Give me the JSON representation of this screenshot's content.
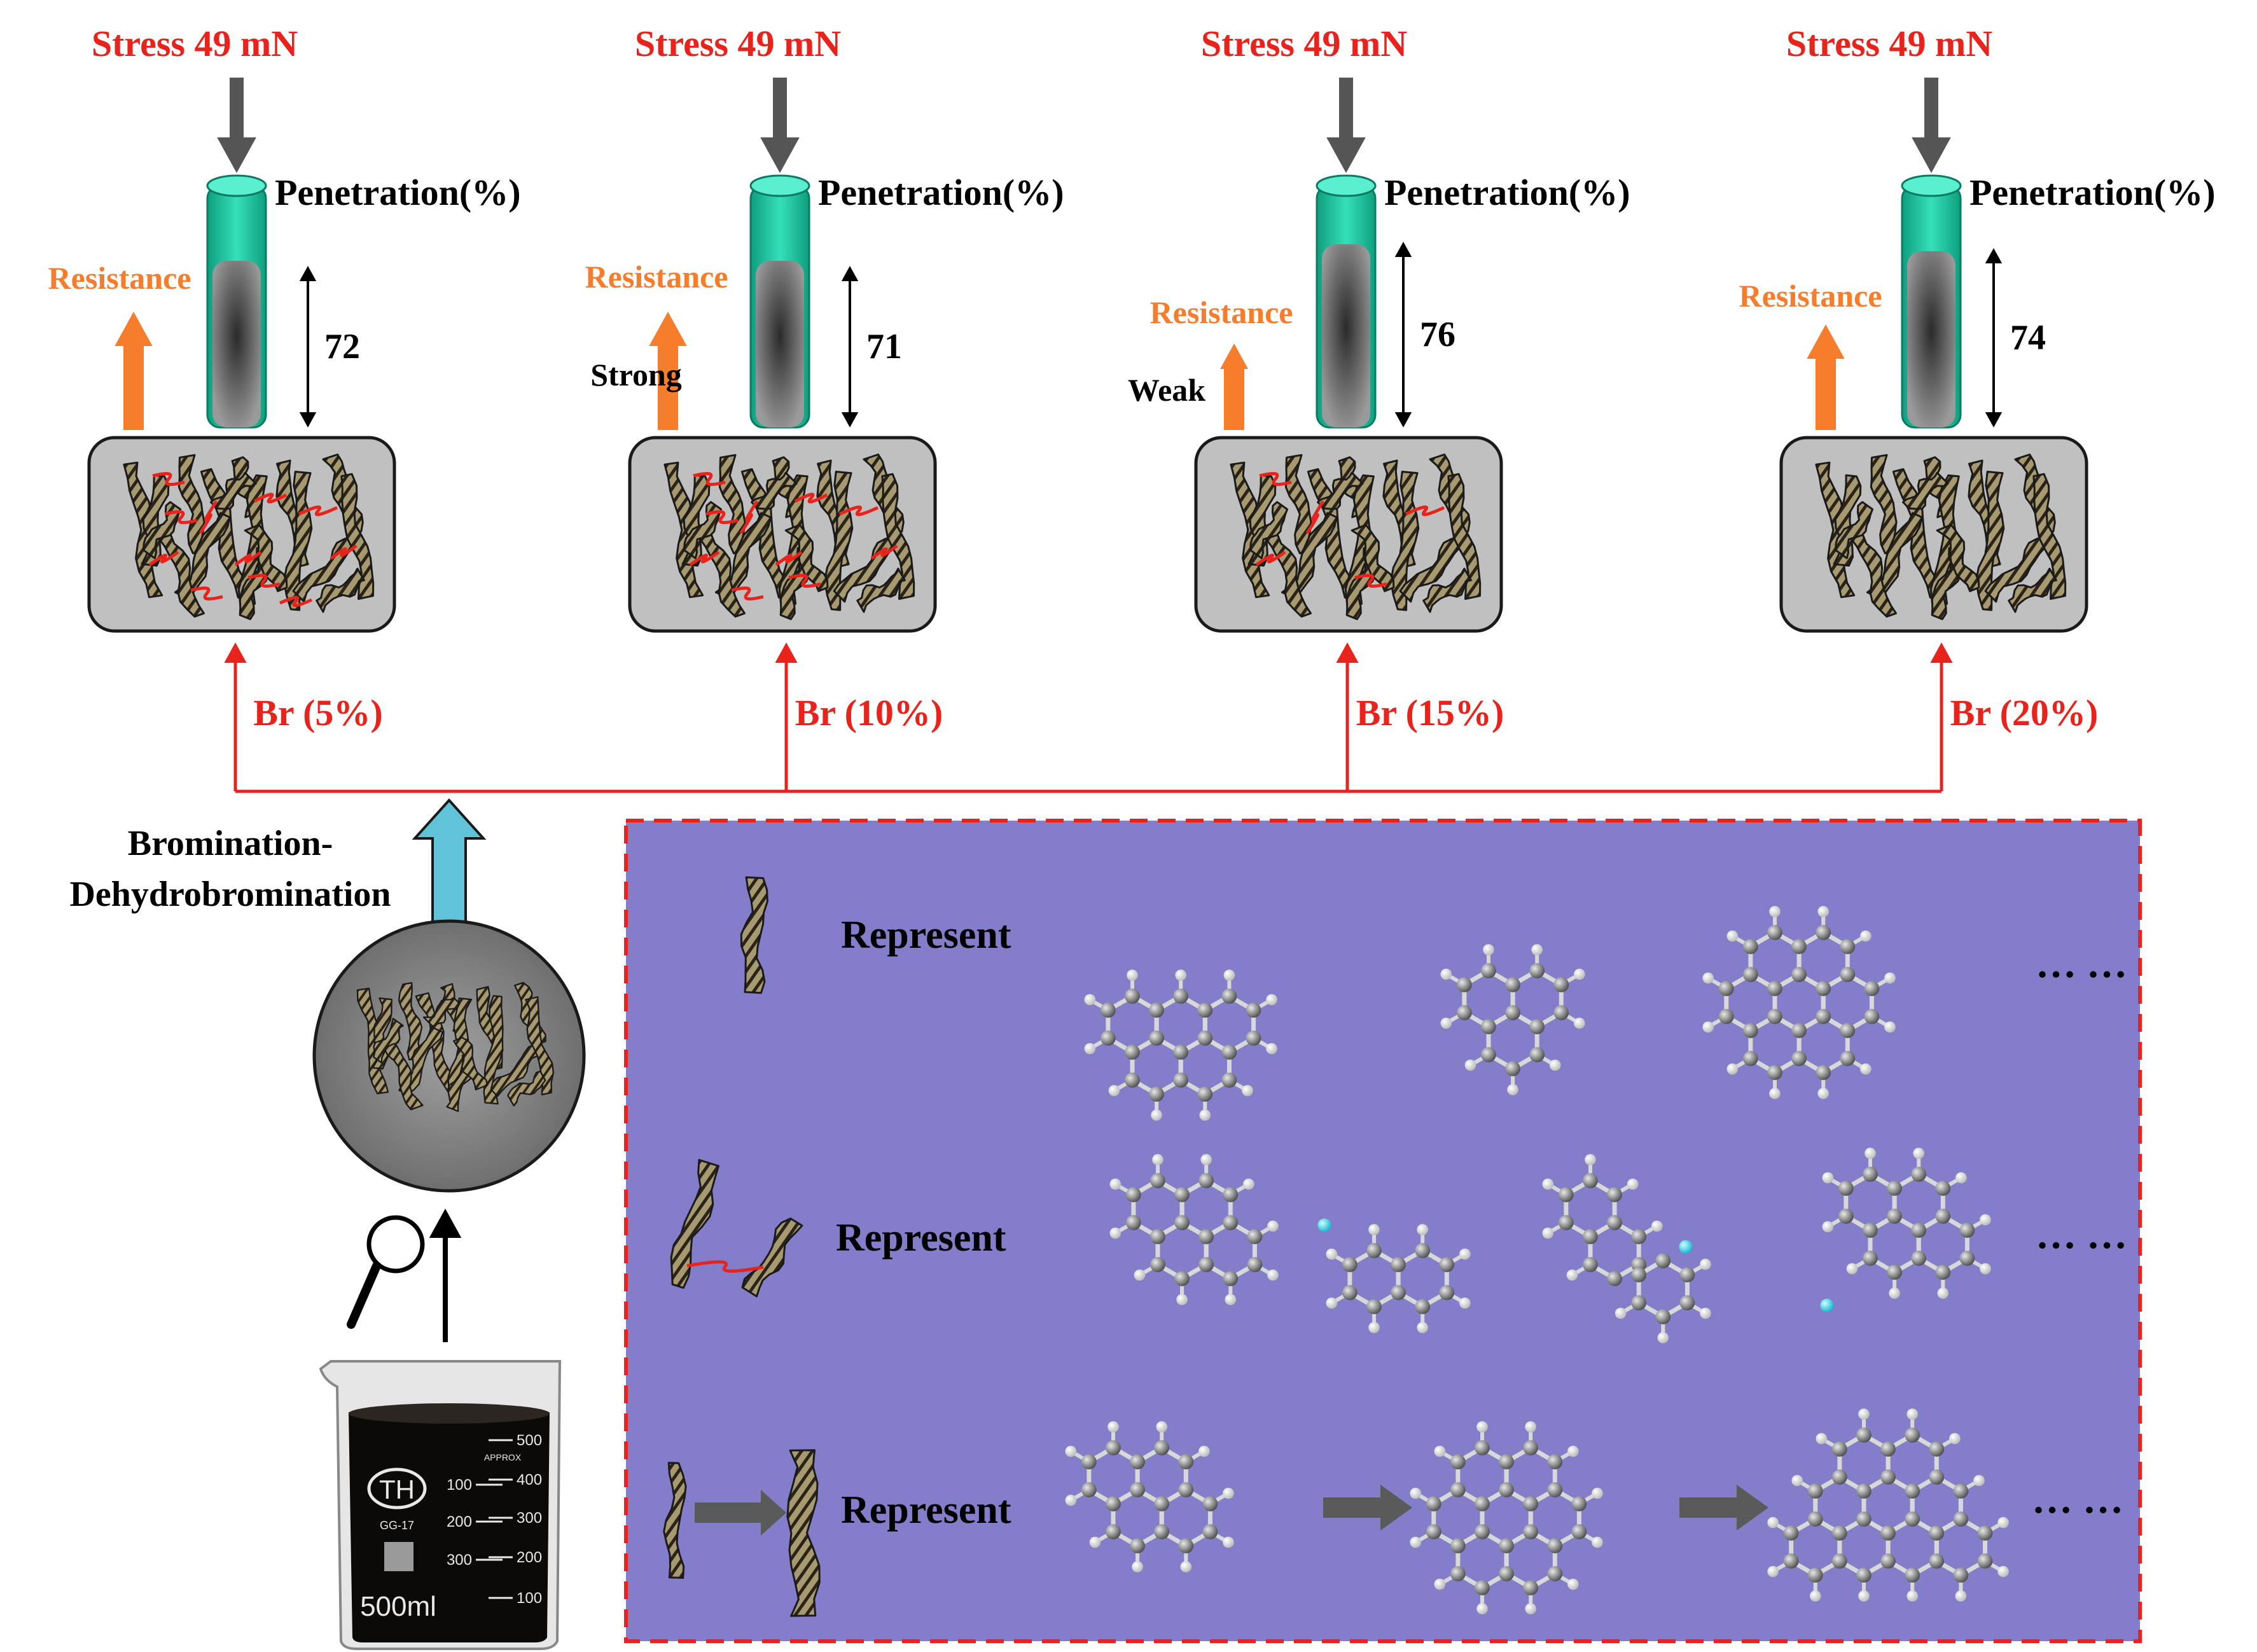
{
  "colors": {
    "stress": "#e8231c",
    "resistance": "#f57d2c",
    "bromine_line": "#e8231c",
    "panel_bg": "#847dc9",
    "panel_border": "#e8231c",
    "indenter": "#1fcfa6",
    "fiber": "#8c8060",
    "crosslink": "#e8231c",
    "brom_arrow": "#61c3d7"
  },
  "stages": [
    {
      "stress": "Stress 49 mN",
      "penetration_label": "Penetration(%)",
      "penetration": "72",
      "resistance": "Resistance",
      "side_note": "",
      "bromine": "Br (5%)"
    },
    {
      "stress": "Stress 49 mN",
      "penetration_label": "Penetration(%)",
      "penetration": "71",
      "resistance": "Resistance",
      "side_note": "Strong",
      "bromine": "Br (10%)"
    },
    {
      "stress": "Stress 49 mN",
      "penetration_label": "Penetration(%)",
      "penetration": "76",
      "resistance": "Resistance",
      "side_note": "Weak",
      "bromine": "Br (15%)"
    },
    {
      "stress": "Stress 49 mN",
      "penetration_label": "Penetration(%)",
      "penetration": "74",
      "resistance": "Resistance",
      "side_note": "",
      "bromine": "Br (20%)"
    }
  ],
  "process": {
    "label_line1": "Bromination-",
    "label_line2": "Dehydrobromination"
  },
  "beaker": {
    "brand": "TH",
    "model": "GG-17",
    "volume": "500ml",
    "approx": "APPROX",
    "scale_left": [
      "100",
      "200",
      "300"
    ],
    "scale_right": [
      "500",
      "400",
      "300",
      "200",
      "100"
    ]
  },
  "legend": {
    "rows": [
      {
        "label": "Represent",
        "icon": "single-fiber-icon",
        "ellipsis": "… …"
      },
      {
        "label": "Represent",
        "icon": "crosslinked-fibers-icon",
        "ellipsis": "… …"
      },
      {
        "label": "Represent",
        "icon": "fiber-growth-icon",
        "ellipsis": "… …"
      }
    ]
  },
  "icons": {
    "magnifier": "magnifier-icon",
    "beaker": "beaker-icon"
  }
}
